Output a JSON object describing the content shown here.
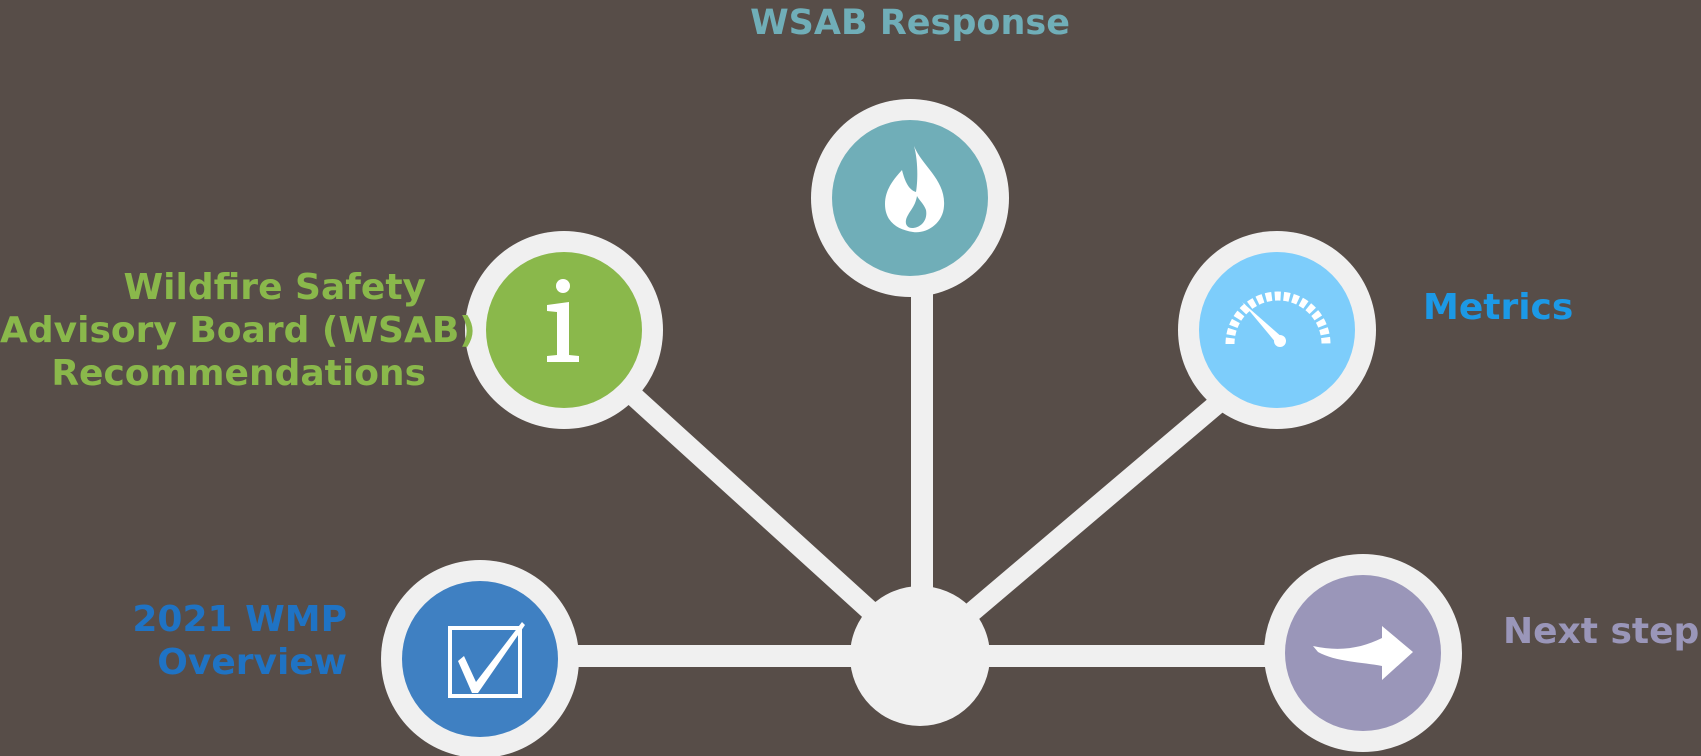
{
  "diagram": {
    "background": "#574d48",
    "connector_color": "#f0f0f0",
    "nodes": [
      {
        "id": "overview",
        "lines": [
          "2021 WMP",
          "Overview"
        ],
        "icon": "checkbox-icon",
        "fill": "#3f80c2",
        "label_color": "#1f73c4"
      },
      {
        "id": "wsab",
        "lines": [
          "Wildfire Safety",
          "Advisory Board (WSAB)",
          "Recommendations"
        ],
        "icon": "info-icon",
        "fill": "#8ab84b",
        "label_color": "#8ab84b"
      },
      {
        "id": "response",
        "lines": [
          "WSAB Response"
        ],
        "icon": "flame-icon",
        "fill": "#70aeb8",
        "label_color": "#70aeb8"
      },
      {
        "id": "metrics",
        "lines": [
          "Metrics"
        ],
        "icon": "gauge-icon",
        "fill": "#7dcdfb",
        "label_color": "#1c99e6"
      },
      {
        "id": "next",
        "lines": [
          "Next steps"
        ],
        "icon": "arrow-icon",
        "fill": "#9a96b9",
        "label_color": "#9a96b9"
      }
    ]
  }
}
